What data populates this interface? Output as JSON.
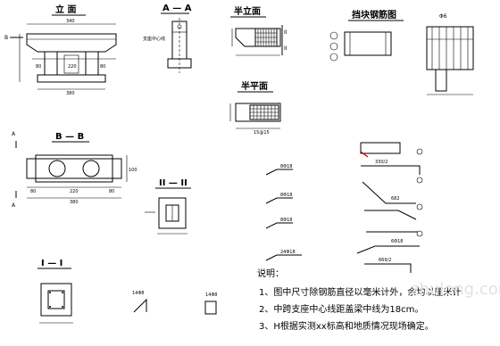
{
  "views": {
    "elevation_title": "立 面",
    "section_aa_title": "A — A",
    "half_elevation_title": "半立面",
    "half_plan_title": "半平面",
    "block_rebar_title": "挡块钢筋图",
    "section_bb_title": "B — B",
    "section_ii_title": "II — II",
    "section_i_title": "I — I"
  },
  "markers": {
    "b": "B",
    "a": "A",
    "roman_ii": "II",
    "roman_i": "I",
    "fi6": "Φ6"
  },
  "dimensions": {
    "elev_top": "340",
    "elev_left": "80",
    "elev_mid": "220",
    "elev_right": "80",
    "elev_bottom": "380",
    "aa_label": "支座中心线",
    "bb_mid": "220",
    "bb_side": "80",
    "bb_total": "380",
    "bb_height": "100",
    "half_plan_dim": "15@15"
  },
  "rebars": {
    "r1": "8Φ18",
    "r2": "8Φ18",
    "r3": "8Φ18",
    "r4": "24Φ18",
    "r5": "14Φ8",
    "r6": "14Φ8",
    "n1": "330/2",
    "n2": "682",
    "n3": "6Φ18",
    "n4": "669/2"
  },
  "notes": {
    "heading": "说明：",
    "items": [
      "1、图中尺寸除钢筋直径以毫米计外，余均以厘米计",
      "2、中跨支座中心线距盖梁中线为18cm。",
      "3、H根据实测xx标高和地质情况现场确定。"
    ]
  },
  "watermark": "zhulong.com",
  "colors": {
    "line": "#000000",
    "accent_rebar": "#d00000",
    "background": "#ffffff"
  }
}
